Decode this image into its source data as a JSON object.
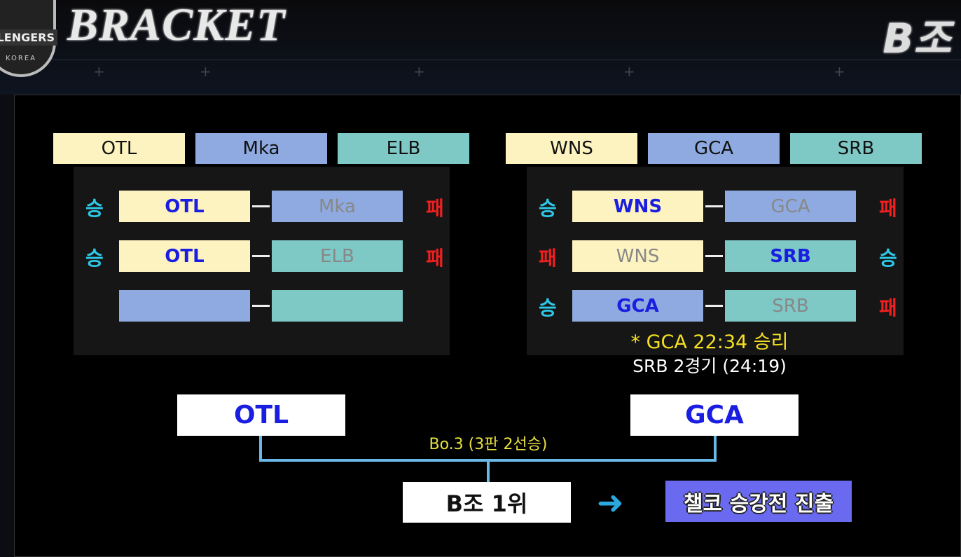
{
  "header": {
    "title": "BRACKET",
    "logo_text": "CHALLENGERS",
    "logo_sub": "KOREA",
    "group_badge": "B조"
  },
  "left": {
    "teams": [
      "OTL",
      "Mka",
      "ELB"
    ],
    "matches": [
      {
        "a": "OTL",
        "b": "Mka",
        "ra": "승",
        "rb": "패",
        "winner": "a"
      },
      {
        "a": "OTL",
        "b": "ELB",
        "ra": "승",
        "rb": "패",
        "winner": "a"
      },
      {
        "a": "",
        "b": "",
        "ra": "",
        "rb": "",
        "winner": ""
      }
    ]
  },
  "right": {
    "teams": [
      "WNS",
      "GCA",
      "SRB"
    ],
    "matches": [
      {
        "a": "WNS",
        "b": "GCA",
        "ra": "승",
        "rb": "패",
        "winner": "a"
      },
      {
        "a": "WNS",
        "b": "SRB",
        "ra": "패",
        "rb": "승",
        "winner": "b"
      },
      {
        "a": "GCA",
        "b": "SRB",
        "ra": "승",
        "rb": "패",
        "winner": "a"
      }
    ],
    "note1": "* GCA 22:34 승리",
    "note2": "SRB 2경기 (24:19)"
  },
  "final": {
    "team_a": "OTL",
    "team_b": "GCA",
    "format": "Bo.3 (3판 2선승)",
    "result": "B조 1위",
    "outcome": "챌코 승강전 진출"
  },
  "colors": {
    "yellow": "#fdf3c0",
    "blue": "#8eaae0",
    "teal": "#7ec8c6",
    "win": "#2ec8e8",
    "lose": "#f02020",
    "accent": "#6a6af0"
  }
}
